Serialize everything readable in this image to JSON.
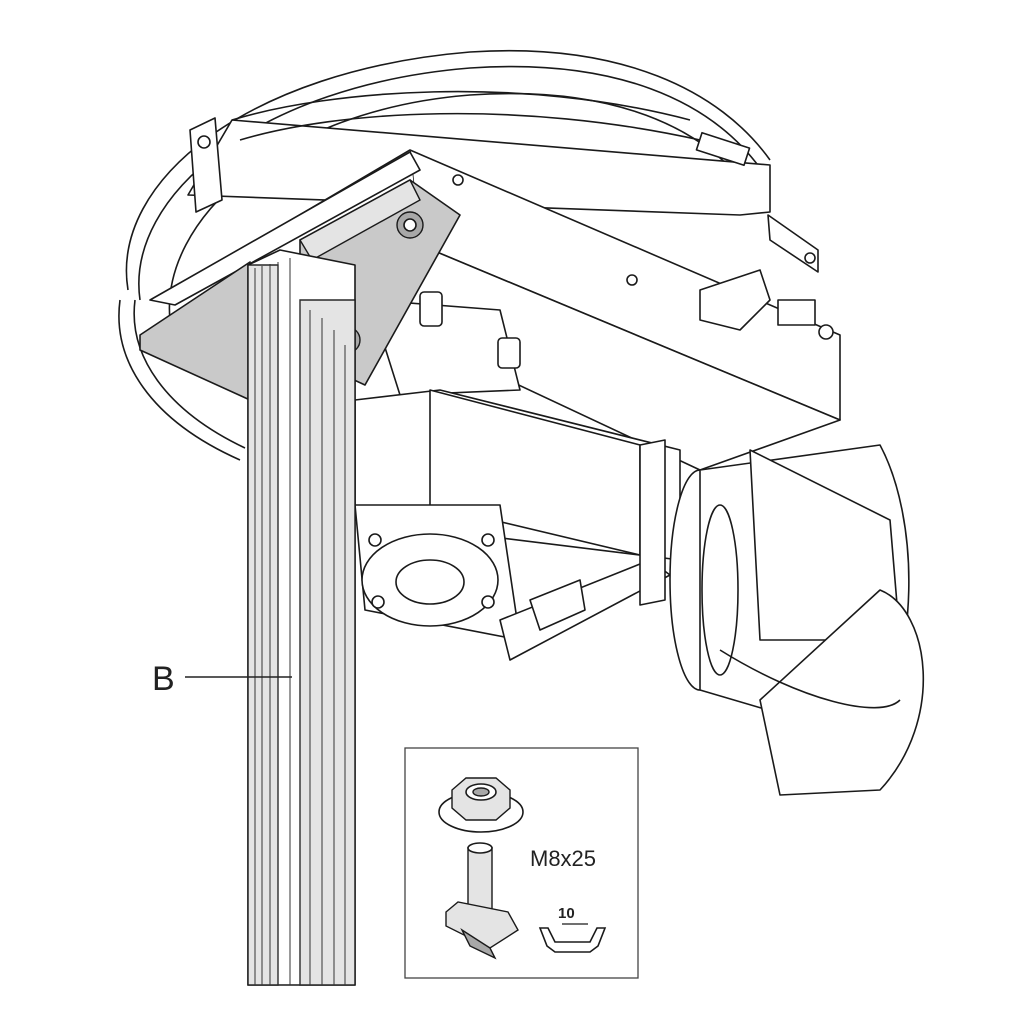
{
  "callout": {
    "label": "B"
  },
  "inset": {
    "bolt_spec": "M8x25",
    "slot_size": "10"
  }
}
